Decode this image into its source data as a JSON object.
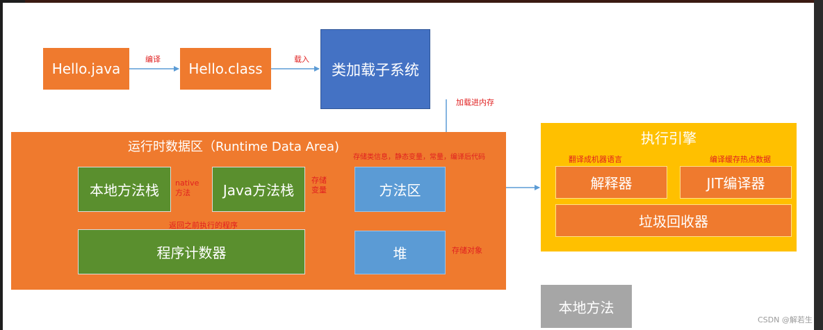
{
  "diagram": {
    "hello_java": "Hello.java",
    "hello_class": "Hello.class",
    "class_loader": "类加载子系统",
    "label_compile": "编译",
    "label_load": "载入",
    "label_load_memory": "加载进内存",
    "runtime_title": "运行时数据区（Runtime Data Area)",
    "native_stack": "本地方法栈",
    "native_note": "native\n方法",
    "java_stack": "Java方法栈",
    "java_stack_note": "存储\n变量",
    "method_area": "方法区",
    "method_area_note": "存储类信息，静态变量，常量，编译后代码",
    "pc_note": "返回之前执行的程序",
    "pc": "程序计数器",
    "heap": "堆",
    "heap_note": "存储对象",
    "exec_engine": "执行引擎",
    "interp_note": "翻译成机器语言",
    "jit_note": "编译缓存热点数据",
    "interpreter": "解释器",
    "jit": "JIT编译器",
    "gc": "垃圾回收器",
    "native_method": "本地方法"
  },
  "watermark": "CSDN @解若生",
  "colors": {
    "orange": "#ef7a2e",
    "blue_dark": "#4472c4",
    "blue": "#5b9bd5",
    "green": "#5a8f2e",
    "gold": "#ffc000",
    "gray": "#a6a6a6",
    "note_red": "#e02020",
    "arrow": "#5b9bd5"
  }
}
